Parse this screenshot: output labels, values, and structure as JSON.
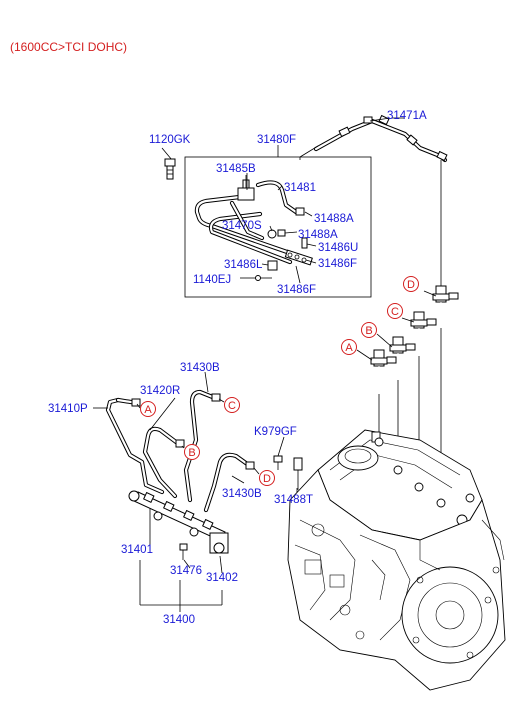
{
  "header": {
    "title": "(1600CC>TCI DOHC)"
  },
  "callouts": {
    "a": "A",
    "b": "B",
    "c": "C",
    "d": "D"
  },
  "labels": {
    "p1120gk": "1120GK",
    "p31480f": "31480F",
    "p31471a": "31471A",
    "p31485b": "31485B",
    "p31481": "31481",
    "p31488a_1": "31488A",
    "p31470s": "31470S",
    "p31488a_2": "31488A",
    "p31486u": "31486U",
    "p31486l": "31486L",
    "p31486f_1": "31486F",
    "p1140ej": "1140EJ",
    "p31486f_2": "31486F",
    "p31430b_1": "31430B",
    "p31420r": "31420R",
    "p31410p": "31410P",
    "pk979gf": "K979GF",
    "p31430b_2": "31430B",
    "p31488t": "31488T",
    "p31401": "31401",
    "p31476": "31476",
    "p31402": "31402",
    "p31400": "31400"
  },
  "colors": {
    "label": "#1a1ad6",
    "callout": "#d42020",
    "line": "#000000",
    "background": "#ffffff"
  }
}
